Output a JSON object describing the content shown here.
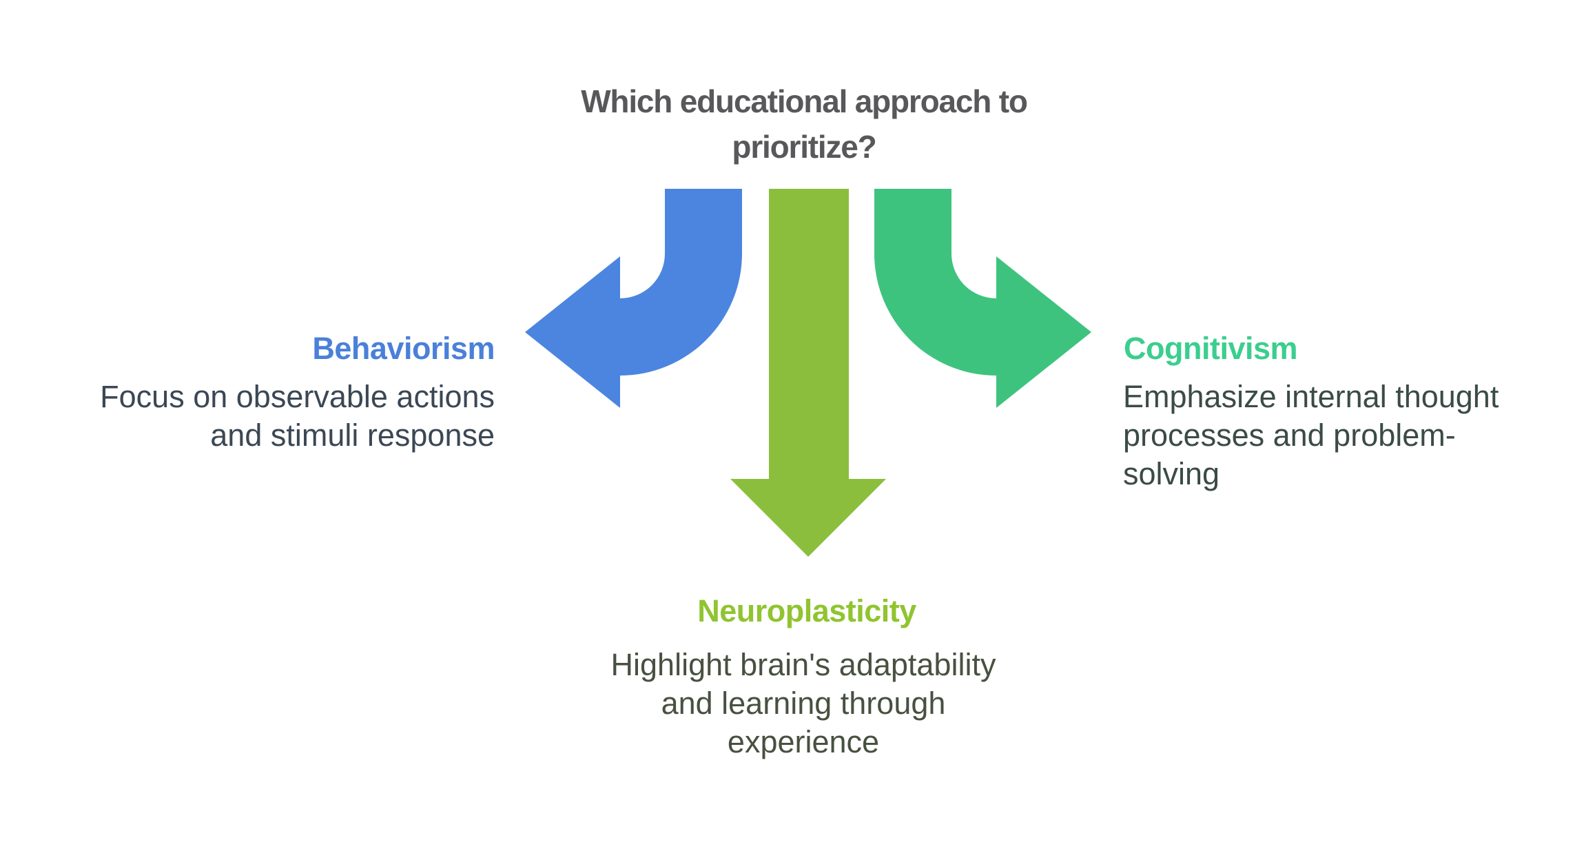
{
  "title": {
    "text": "Which educational approach to\nprioritize?",
    "color": "#58585B"
  },
  "branches": [
    {
      "name": "Behaviorism",
      "description": "Focus on observable actions\nand stimuli response",
      "direction": "left",
      "arrow_icon": "curved-arrow-down-left",
      "label_color": "#4A80D9",
      "description_color": "#3B4754",
      "arrow_color": "#4C85E0"
    },
    {
      "name": "Neuroplasticity",
      "description": "Highlight brain's adaptability\nand learning through\nexperience",
      "direction": "down",
      "arrow_icon": "straight-arrow-down",
      "label_color": "#90C430",
      "description_color": "#485140",
      "arrow_color": "#8CBE3E"
    },
    {
      "name": "Cognitivism",
      "description": "Emphasize internal thought\nprocesses and problem-\nsolving",
      "direction": "right",
      "arrow_icon": "curved-arrow-down-right",
      "label_color": "#3BCE8E",
      "description_color": "#3B4B45",
      "arrow_color": "#3EC37F"
    }
  ]
}
